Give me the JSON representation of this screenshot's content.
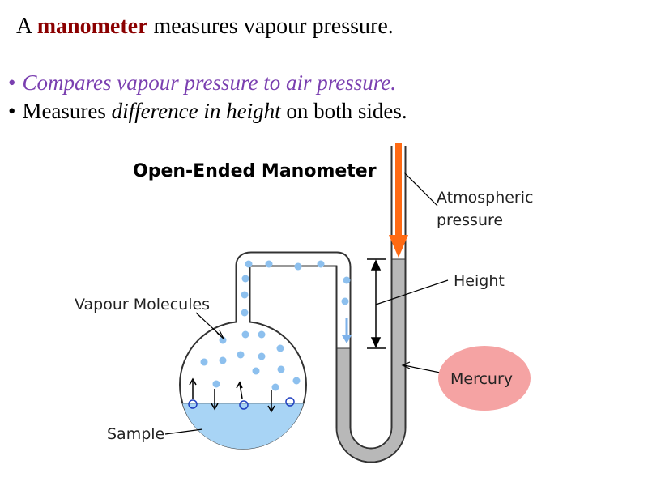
{
  "title": {
    "prefix": "A",
    "keyword": "manometer",
    "suffix": "measures vapour pressure."
  },
  "bullets": [
    {
      "text": "Compares vapour pressure to air pressure."
    },
    {
      "before": "Measures",
      "emphasis": "difference in height",
      "after": "on both sides."
    }
  ],
  "diagram": {
    "heading": "Open-Ended Manometer",
    "labels": {
      "atmospheric_1": "Atmospheric",
      "atmospheric_2": "pressure",
      "height": "Height",
      "vapour": "Vapour Molecules",
      "mercury": "Mercury",
      "sample": "Sample"
    },
    "colors": {
      "arrow": "#ff6a13",
      "mercury": "#b8b8b8",
      "liquid": "#a8d4f5",
      "molecule": "#8dc0ee",
      "mercury_badge": "#f5a3a3"
    }
  }
}
